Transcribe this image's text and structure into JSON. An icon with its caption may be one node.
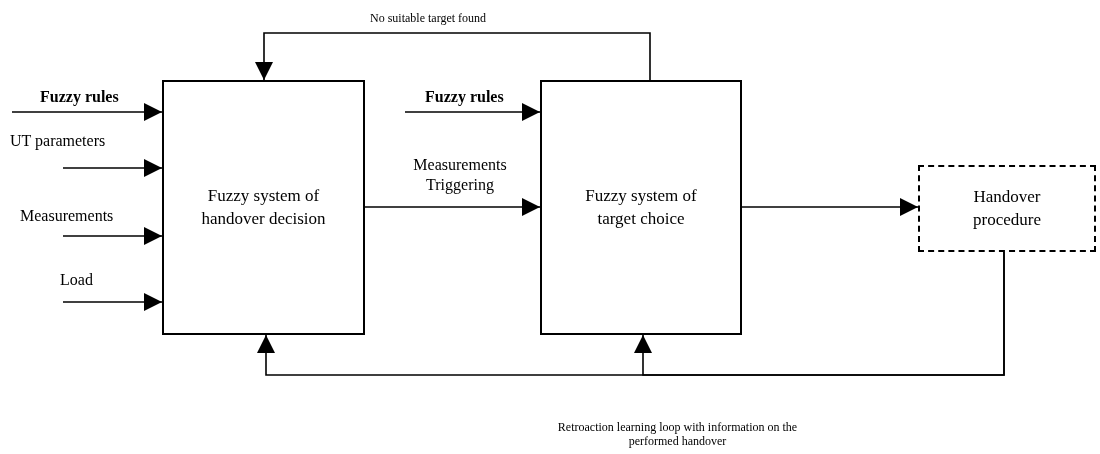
{
  "diagram": {
    "nodes": [
      {
        "text": [
          "Fuzzy system of handover decision"
        ]
      },
      {
        "text": [
          "Fuzzy system of target choice"
        ]
      },
      {
        "text": [
          "Handover procedure"
        ]
      }
    ],
    "edges": [
      {
        "from": null,
        "to": 0,
        "arrow": "to",
        "label": "Fuzzy rules"
      },
      {
        "from": null,
        "to": 0,
        "arrow": "to",
        "label": "UT parameters"
      },
      {
        "from": null,
        "to": 0,
        "arrow": "to",
        "label": "Measurements"
      },
      {
        "from": null,
        "to": 0,
        "arrow": "to",
        "label": "Load"
      },
      {
        "from": 0,
        "to": 1,
        "arrow": "to",
        "label": "Measurements Triggering"
      },
      {
        "from": null,
        "to": 1,
        "arrow": "to",
        "label": "Fuzzy rules"
      },
      {
        "from": 1,
        "to": 0,
        "arrow": "to",
        "label": "No suitable target found"
      },
      {
        "from": 1,
        "to": 2,
        "arrow": "to"
      },
      {
        "from": 2,
        "to": 0,
        "arrow": "to"
      },
      {
        "from": 2,
        "to": 1,
        "arrow": "to"
      }
    ],
    "labels": [
      "Retroaction learning loop with information on the performed handover"
    ]
  }
}
